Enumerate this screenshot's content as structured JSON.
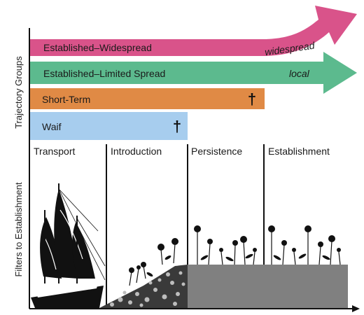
{
  "axes": {
    "upper_label": "Trajectory Groups",
    "lower_label": "Filters to Establishment"
  },
  "trajectory_groups": [
    {
      "label": "Established–Widespread",
      "annotation": "widespread",
      "color": "#d9538a"
    },
    {
      "label": "Established–Limited Spread",
      "annotation": "local",
      "color": "#5cba8e"
    },
    {
      "label": "Short-Term",
      "annotation": "†",
      "color": "#e08a45"
    },
    {
      "label": "Waif",
      "annotation": "†",
      "color": "#a7cdee"
    }
  ],
  "stages": [
    "Transport",
    "Introduction",
    "Persistence",
    "Establishment"
  ],
  "icons": {
    "ship": "sailing-ship-icon",
    "flowers": "wildflower-icon",
    "dagger": "dagger-icon"
  },
  "colors": {
    "ground": "#808080",
    "rubble": "#3a3a3a",
    "axis": "#111111"
  }
}
